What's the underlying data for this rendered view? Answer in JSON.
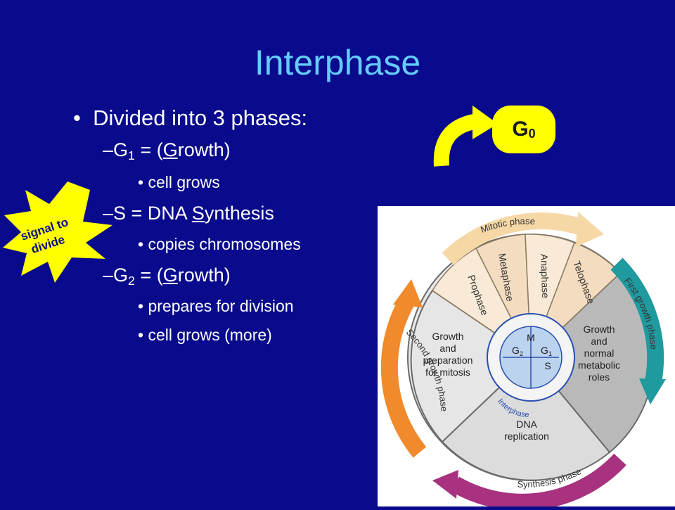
{
  "slide": {
    "title": "Interphase",
    "bullet": "Divided into 3 phases:",
    "g1": {
      "prefix": "G",
      "sub": "1",
      "mid": " = (",
      "ul": "G",
      "rest": "rowth)"
    },
    "g1_detail": "cell grows",
    "s": {
      "prefix": "S = DNA ",
      "ul": "S",
      "rest": "ynthesis"
    },
    "s_detail": "copies chromosomes",
    "g2": {
      "prefix": "G",
      "sub": "2",
      "mid": " = (",
      "ul": "G",
      "rest": "rowth)"
    },
    "g2_detail_1": "prepares for division",
    "g2_detail_2": "cell grows (more)",
    "dash": "–",
    "dot": "•"
  },
  "g0_badge": {
    "letter": "G",
    "sub": "0"
  },
  "starburst": {
    "line1": "signal to",
    "line2": "divide"
  },
  "cycle_diagram": {
    "outer_labels": {
      "mitotic": "Mitotic phase",
      "first_growth": "First growth phase",
      "synthesis": "Synthesis phase",
      "second_growth": "Second growth phase"
    },
    "mitosis_stages": [
      "Prophase",
      "Metaphase",
      "Anaphase",
      "Telophase"
    ],
    "sector_g2": [
      "Growth",
      "and",
      "preparation",
      "for mitosis"
    ],
    "sector_g1": [
      "Growth",
      "and",
      "normal",
      "metabolic",
      "roles"
    ],
    "sector_s": [
      "DNA",
      "replication"
    ],
    "center": {
      "m": "M",
      "g1": "G",
      "g1_sub": "1",
      "g2": "G",
      "g2_sub": "2",
      "s": "S",
      "ring": "Interphase"
    }
  },
  "colors": {
    "background": "#0a0a8c",
    "title": "#66ccff",
    "badge": "#ffff00",
    "arrow": "#ffff00",
    "mitotic_arrow": "#f6d8a6",
    "first_growth_arrow": "#1f9a9e",
    "synthesis_arrow": "#a8327f",
    "second_growth_arrow": "#f08a2c"
  }
}
